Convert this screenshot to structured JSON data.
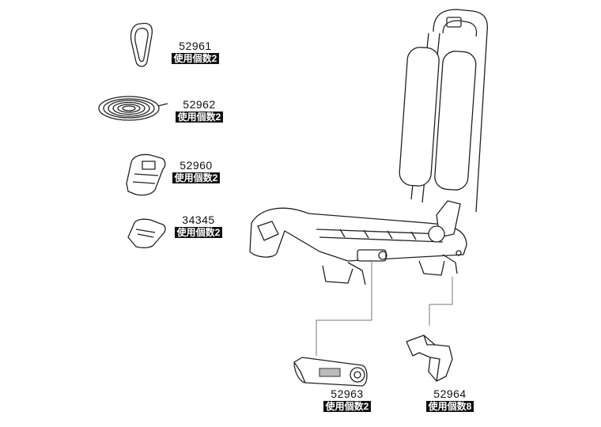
{
  "parts": [
    {
      "number": "52961",
      "quantity": "使用個数2",
      "icon": "carabiner"
    },
    {
      "number": "52962",
      "quantity": "使用個数2",
      "icon": "coiled-strap"
    },
    {
      "number": "52960",
      "quantity": "使用個数2",
      "icon": "strap-buckle"
    },
    {
      "number": "34345",
      "quantity": "使用個数2",
      "icon": "buckle-cover"
    },
    {
      "number": "52963",
      "quantity": "使用個数2",
      "icon": "lock-knob-cover"
    },
    {
      "number": "52964",
      "quantity": "使用個数8",
      "icon": "mounting-clip"
    }
  ]
}
